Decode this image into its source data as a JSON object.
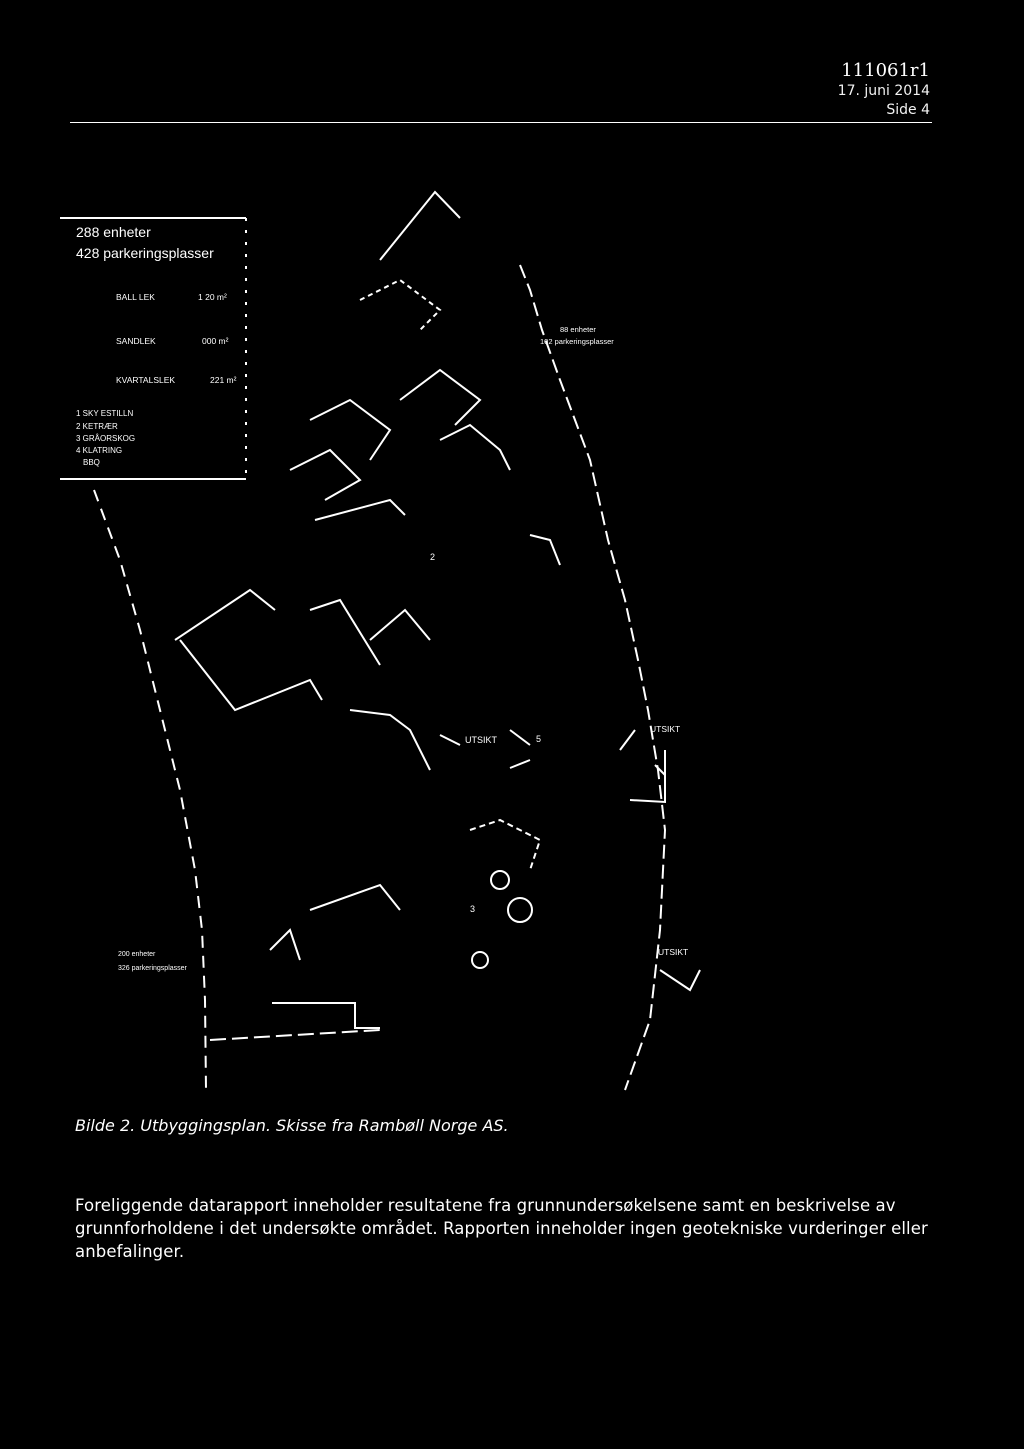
{
  "header": {
    "doc_number": "111061r1",
    "date": "17. juni 2014",
    "page": "Side 4"
  },
  "plan": {
    "summary_units": "288 enheter",
    "summary_parking": "428 parkeringsplasser",
    "legend_items": [
      "BALL LEK",
      "SANDLEK",
      "KVARTALSLEK"
    ],
    "legend_areas": [
      "1 20 m²",
      "000 m²",
      "221 m²"
    ],
    "legend_list": [
      "1 SKY ESTILLN",
      "2 KETRÆR",
      "3 GRÅORSKOG",
      "4 KLATRING",
      "BBQ"
    ],
    "north_units": "88 enheter",
    "north_parking": "102 parkeringsplasser",
    "south_units": "200 enheter",
    "south_parking": "326 parkeringsplasser",
    "view_label_1": "UTSIKT",
    "view_label_2": "UTSIKT",
    "view_label_3": "UTSIKT",
    "markers": [
      "2",
      "5",
      "3"
    ]
  },
  "caption": "Bilde 2. Utbyggingsplan. Skisse fra Rambøll Norge AS.",
  "body_text": "Foreliggende datarapport inneholder resultatene fra grunnundersøkelsene samt en beskrivelse av grunnforholdene i det undersøkte området. Rapporten inneholder ingen geotekniske vurderinger eller anbefalinger."
}
